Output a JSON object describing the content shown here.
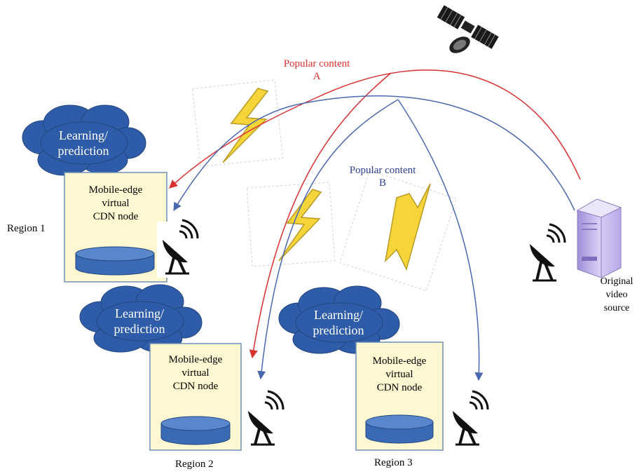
{
  "popular_a": {
    "line1": "Popular content",
    "line2": "A"
  },
  "popular_b": {
    "line1": "Popular content",
    "line2": "B"
  },
  "learning": {
    "line1": "Learning/",
    "line2": "prediction"
  },
  "cdn_node": {
    "line1": "Mobile-edge",
    "line2": "virtual",
    "line3": "CDN node"
  },
  "regions": {
    "r1": "Region 1",
    "r2": "Region 2",
    "r3": "Region 3"
  },
  "source": {
    "line1": "Original",
    "line2": "video",
    "line3": "source"
  },
  "colors": {
    "red_arrow": "#d93030",
    "blue_arrow": "#4a68b0",
    "cloud": "#2f5ca8",
    "node_fill": "#fdf8d2",
    "node_border": "#6d8fb6",
    "cylinder": "#3b6ab4",
    "lightning": "#f6d53a",
    "server": "#b7a9e6"
  }
}
